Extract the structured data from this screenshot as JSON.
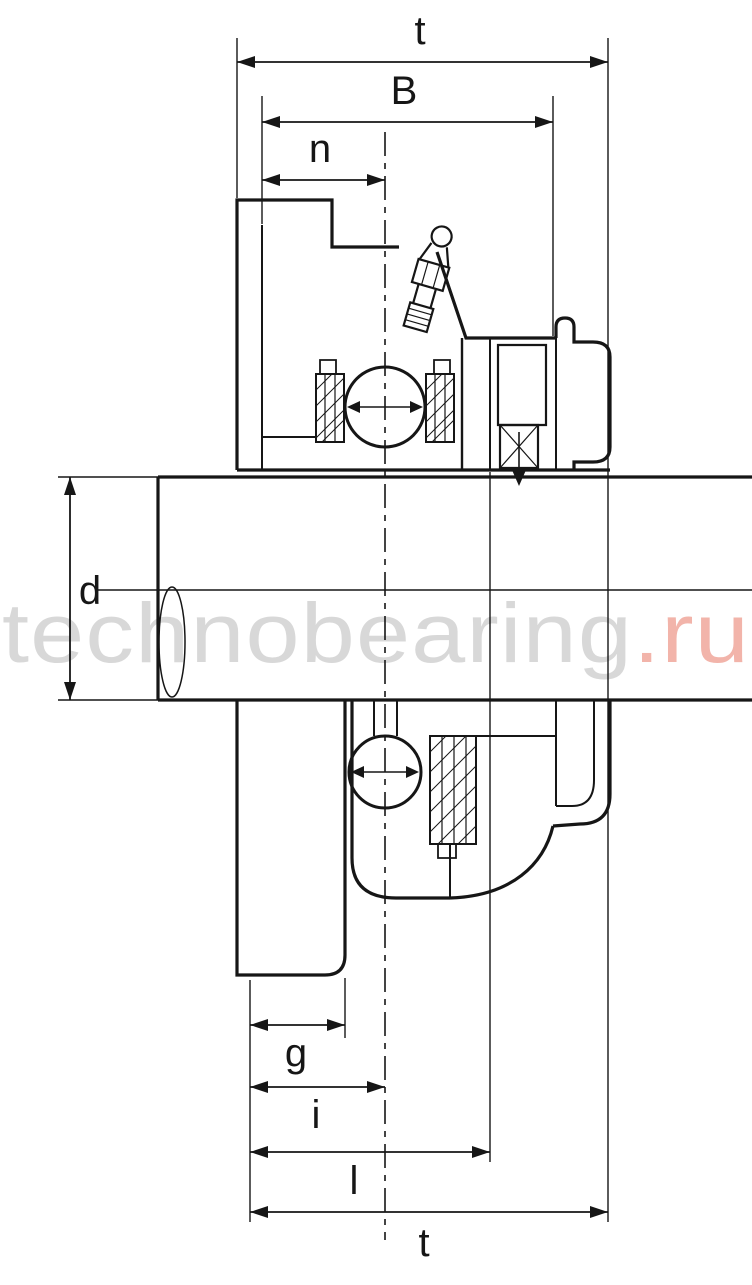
{
  "drawing": {
    "type": "bearing-unit-cross-section",
    "watermark": {
      "text": "technobearing",
      "suffix": ".ru"
    },
    "dimension_labels": {
      "t_top": "t",
      "B": "B",
      "n": "n",
      "d": "d",
      "g": "g",
      "i": "i",
      "l": "l",
      "t_bottom": "t"
    },
    "colors": {
      "line": "#161616",
      "watermark_text": "#d8d8d8",
      "watermark_suffix": "#f2b4aa",
      "background": "#ffffff"
    }
  }
}
